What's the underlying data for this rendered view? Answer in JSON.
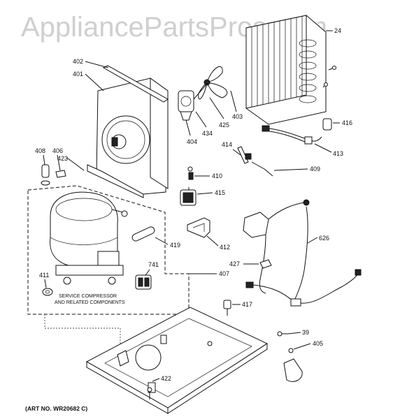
{
  "watermark": "AppliancePartsPros.com",
  "callouts": {
    "c24": "24",
    "c402": "402",
    "c401": "401",
    "c403": "403",
    "c425": "425",
    "c434": "434",
    "c404": "404",
    "c416": "416",
    "c413": "413",
    "c414": "414",
    "c408": "408",
    "c406": "406",
    "c423": "423",
    "c410": "410",
    "c409": "409",
    "c415": "415",
    "c419": "419",
    "c412": "412",
    "c626": "626",
    "c741": "741",
    "c427": "427",
    "c411": "411",
    "c407": "407",
    "c417": "417",
    "c39": "39",
    "c405": "405",
    "c422": "422"
  },
  "service_note": {
    "line1": "SERVICE COMPRESSOR",
    "line2": "AND RELATED COMPONENTS"
  },
  "art_number": "(ART NO. WR20682 C)"
}
